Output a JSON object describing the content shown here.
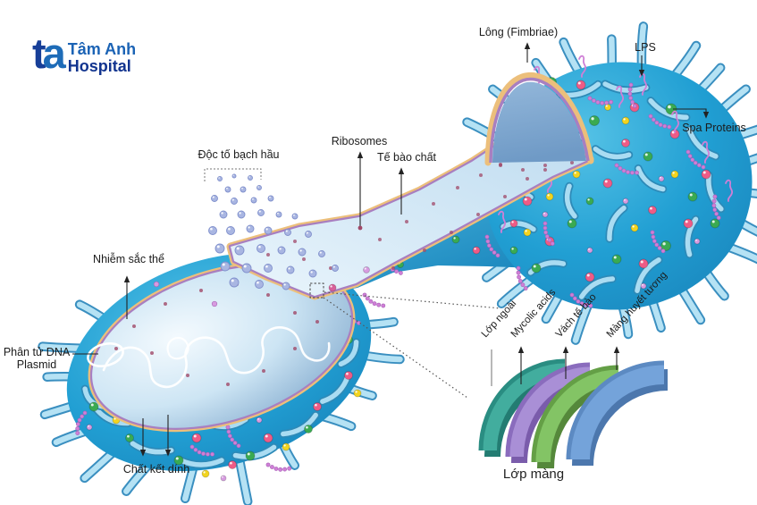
{
  "logo": {
    "mark_t": "t",
    "mark_a": "a",
    "line1": "Tâm Anh",
    "line2": "Hospital"
  },
  "labels": {
    "fimbriae": "Lông (Fimbriae)",
    "lps": "LPS",
    "spa_proteins": "Spa Proteins",
    "ribosomes": "Ribosomes",
    "cytoplasm": "Tế bào chất",
    "diphtheria_toxin": "Độc tố bạch hầu",
    "chromosome": "Nhiễm sắc thể",
    "plasmid_dna_line1": "Phân tử DNA",
    "plasmid_dna_line2": "Plasmid",
    "adhesin": "Chất kết dính",
    "membrane_caption": "Lớp màng",
    "layer_outer": "Lớp ngoài",
    "layer_mycolic": "Mycolic acids",
    "layer_cell_wall": "Vách tế bào",
    "layer_plasma": "Màng huyết tương"
  },
  "colors": {
    "body_light": "#55c2e6",
    "body_mid": "#219fd3",
    "body_deep": "#1a86bd",
    "pilus_outline": "#3a8fc0",
    "pilus_fill": "#b5e2f4",
    "rim_tan": "#ecbf7b",
    "rim_purple": "#a87fc0",
    "interior_light": "#f4fafe",
    "interior_mid": "#cde5f4",
    "interior_edge": "#8fb4d4",
    "floor_light": "#eaf5fc",
    "floor_deep": "#bfdcf0",
    "dome_top": "#93b7da",
    "dome_bottom": "#6f9ac6",
    "dot_pink": "#ef5b86",
    "dot_green": "#3aaa52",
    "dot_yellow": "#f2d41f",
    "dot_lavender": "#d79be0",
    "lps_chain": "#cf7fd6",
    "toxin_fill": "#a9b6e2",
    "toxin_edge": "#8090cc",
    "ribosome_dot": "#a04868",
    "chromosome_white": "#ffffff",
    "band_teal": "#42ad9e",
    "band_teal_dark": "#237c72",
    "band_teal_top": "#2a8d82",
    "band_purple": "#a98fd6",
    "band_purple_dark": "#7a5cab",
    "band_purple_top": "#8a6cbd",
    "band_green": "#83c465",
    "band_green_dark": "#55883b",
    "band_green_top": "#649f46",
    "band_blue": "#74a3da",
    "band_blue_dark": "#4c77ad",
    "band_blue_top": "#5c8ac2",
    "arrow": "#222222",
    "dotted": "#555555"
  }
}
